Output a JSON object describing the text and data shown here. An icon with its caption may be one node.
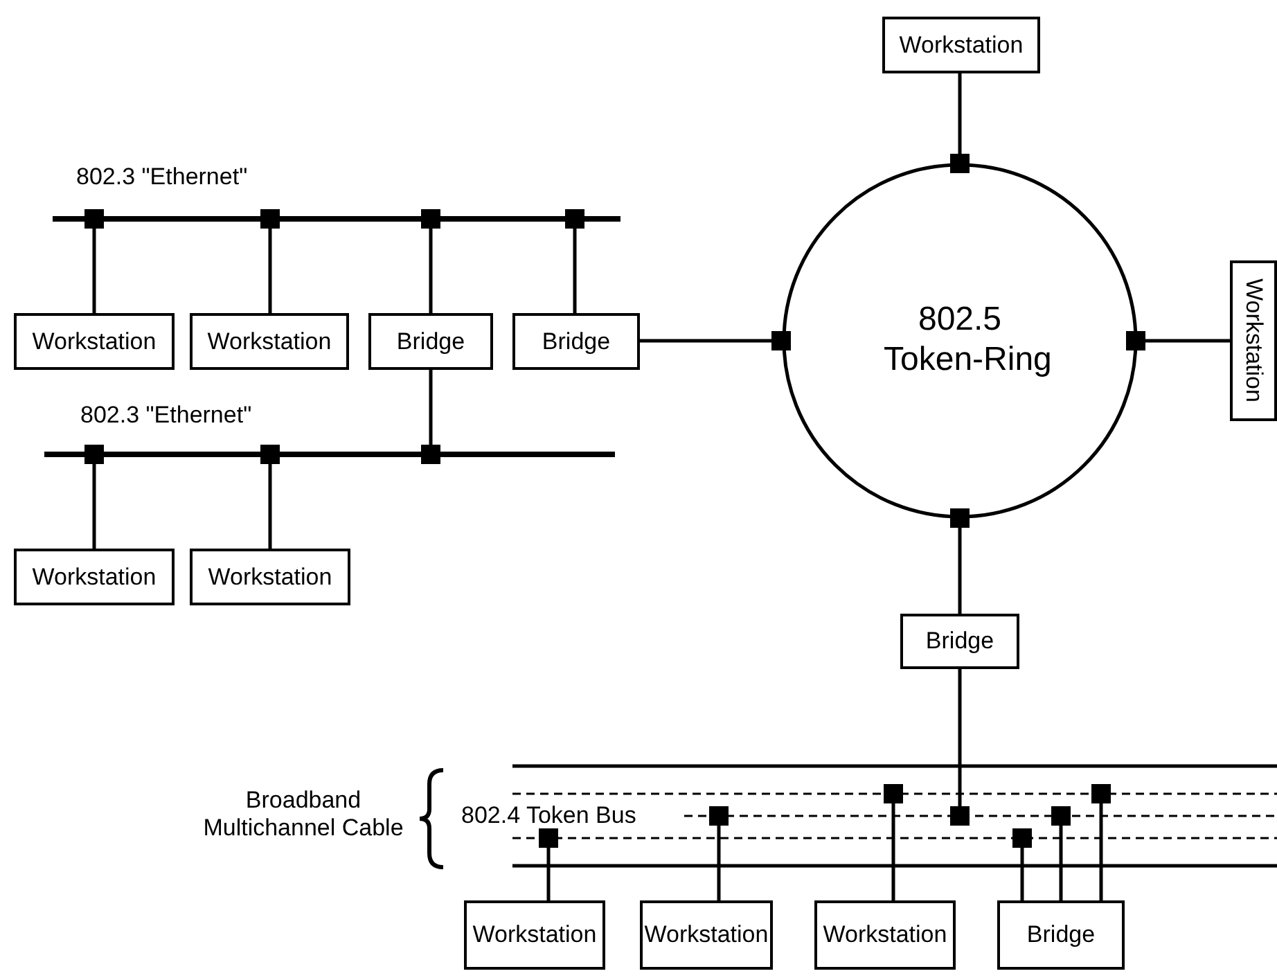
{
  "diagram": {
    "nodes": [
      {
        "text": [],
        "shape": "bar",
        "beside": [
          "802.3 \"Ethernet\""
        ]
      },
      {
        "text": [],
        "shape": "bar",
        "beside": [
          "802.3 \"Ethernet\""
        ]
      },
      {
        "text": [
          "802.5 Token-Ring"
        ]
      },
      {
        "text": [
          "802.4 Token Bus"
        ],
        "beside": [
          "Broadband Multichannel Cable"
        ]
      },
      {
        "text": [
          "Workstation"
        ]
      },
      {
        "text": [
          "Workstation"
        ]
      },
      {
        "text": [
          "Workstation"
        ]
      },
      {
        "text": [
          "Bridge"
        ]
      },
      {
        "text": [
          "Bridge"
        ]
      },
      {
        "text": [
          "Workstation"
        ]
      },
      {
        "text": [
          "Workstation"
        ]
      },
      {
        "text": [
          "Workstation"
        ]
      },
      {
        "text": [
          "Bridge"
        ]
      },
      {
        "text": [
          "Workstation"
        ]
      },
      {
        "text": [
          "Workstation"
        ]
      },
      {
        "text": [
          "Workstation"
        ]
      },
      {
        "text": [
          "Bridge"
        ]
      }
    ],
    "edges": [
      {
        "from": 5,
        "to": 0,
        "arrow": "other"
      },
      {
        "from": 6,
        "to": 0,
        "arrow": "other"
      },
      {
        "from": 7,
        "to": 0,
        "arrow": "other"
      },
      {
        "from": 8,
        "to": 0,
        "arrow": "other"
      },
      {
        "from": 7,
        "to": 1,
        "arrow": "other"
      },
      {
        "from": 10,
        "to": 1,
        "arrow": "other"
      },
      {
        "from": 11,
        "to": 1,
        "arrow": "other"
      },
      {
        "from": 8,
        "to": 2,
        "arrow": "other"
      },
      {
        "from": 4,
        "to": 2,
        "arrow": "other"
      },
      {
        "from": 9,
        "to": 2,
        "arrow": "other"
      },
      {
        "from": 12,
        "to": 2,
        "arrow": "other"
      },
      {
        "from": 12,
        "to": 3,
        "arrow": "other"
      },
      {
        "from": 13,
        "to": 3,
        "arrow": "other"
      },
      {
        "from": 14,
        "to": 3,
        "arrow": "other"
      },
      {
        "from": 15,
        "to": 3,
        "arrow": "other"
      },
      {
        "from": 16,
        "to": 3,
        "arrow": "other"
      },
      {
        "from": 16,
        "to": 3,
        "arrow": "other"
      },
      {
        "from": 16,
        "to": 3,
        "arrow": "other"
      }
    ]
  }
}
